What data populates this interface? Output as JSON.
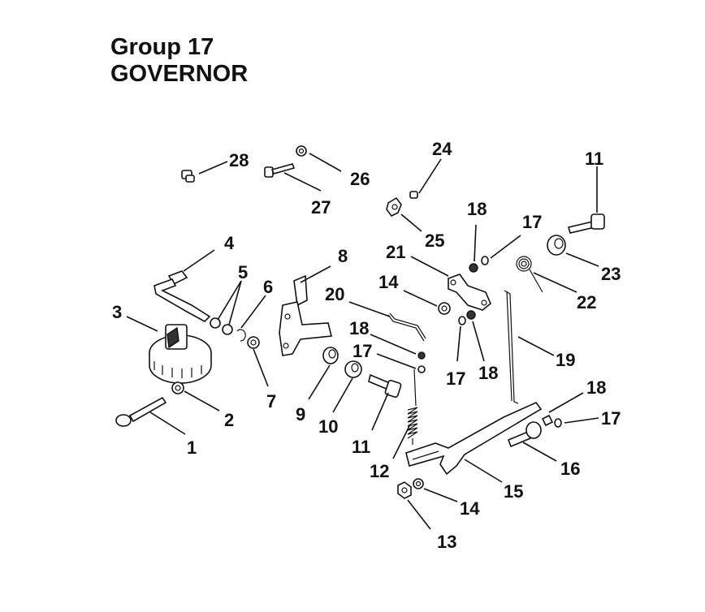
{
  "header": {
    "group": "Group 17",
    "title": "GOVERNOR"
  },
  "callouts": {
    "c1": "1",
    "c2": "2",
    "c3": "3",
    "c4": "4",
    "c5": "5",
    "c6": "6",
    "c7": "7",
    "c8": "8",
    "c9": "9",
    "c10": "10",
    "c11a": "11",
    "c11b": "11",
    "c12": "12",
    "c13": "13",
    "c14a": "14",
    "c14b": "14",
    "c15": "15",
    "c16": "16",
    "c17a": "17",
    "c17b": "17",
    "c17c": "17",
    "c17d": "17",
    "c18a": "18",
    "c18b": "18",
    "c18c": "18",
    "c18d": "18",
    "c19": "19",
    "c20": "20",
    "c21": "21",
    "c22": "22",
    "c23": "23",
    "c24": "24",
    "c25": "25",
    "c26": "26",
    "c27": "27",
    "c28": "28"
  }
}
